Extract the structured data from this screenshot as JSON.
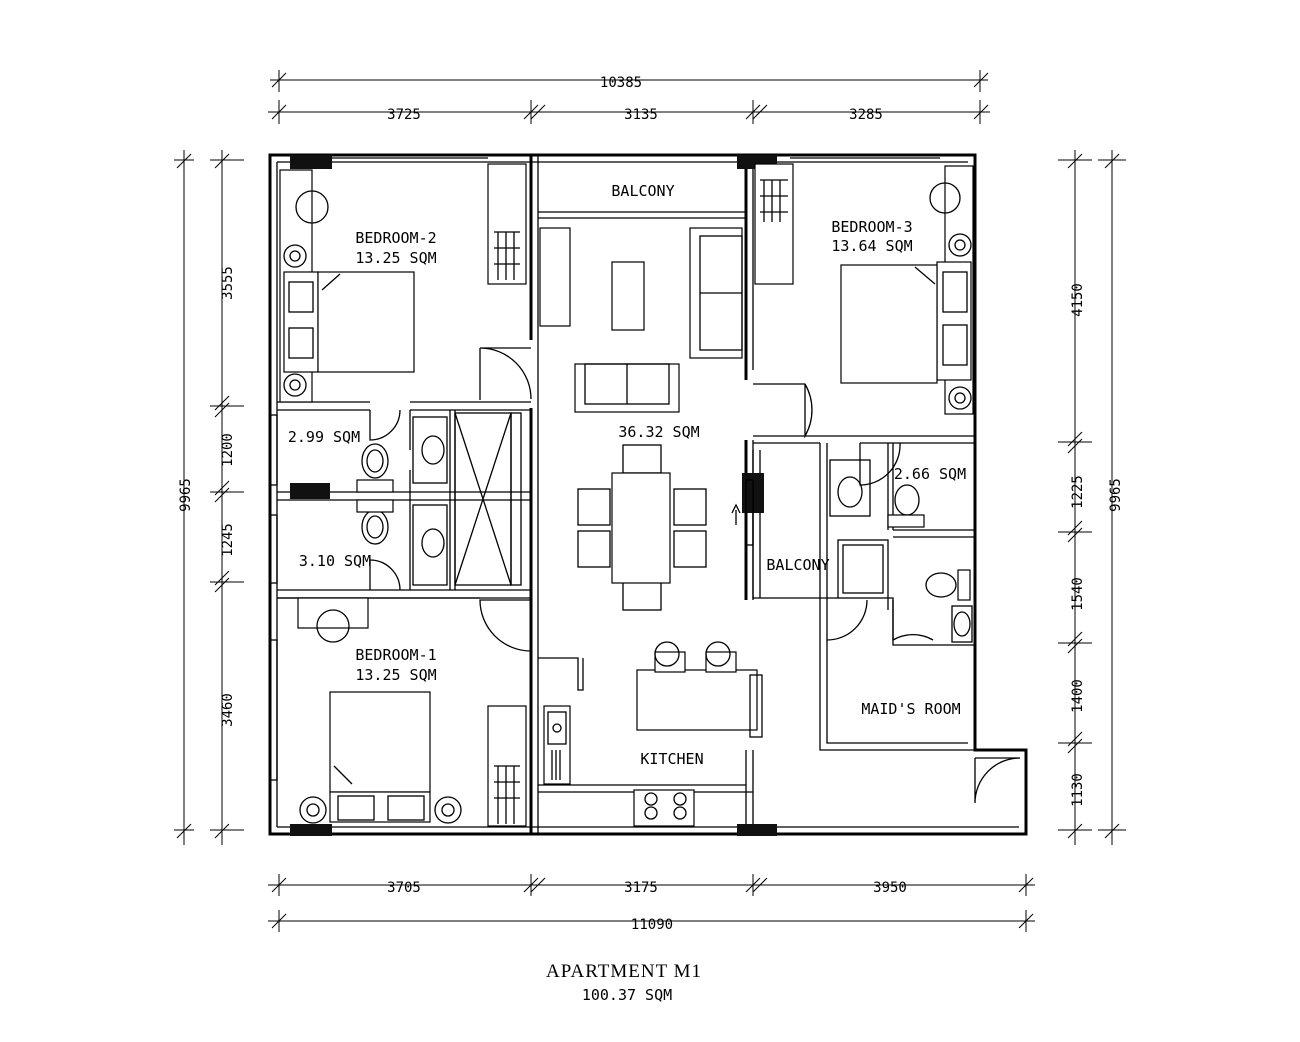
{
  "title": "APARTMENT M1",
  "total_area": "100.37 SQM",
  "rooms": {
    "bedroom2": {
      "name": "BEDROOM-2",
      "area": "13.25 SQM"
    },
    "bedroom3": {
      "name": "BEDROOM-3",
      "area": "13.64 SQM"
    },
    "bedroom1": {
      "name": "BEDROOM-1",
      "area": "13.25 SQM"
    },
    "balcony_top": {
      "name": "BALCONY"
    },
    "balcony_mid": {
      "name": "BALCONY"
    },
    "living": {
      "area": "36.32 SQM"
    },
    "bath_a": {
      "area": "2.99 SQM"
    },
    "bath_b": {
      "area": "3.10 SQM"
    },
    "bath_c": {
      "area": "2.66 SQM"
    },
    "kitchen": {
      "name": "KITCHEN"
    },
    "maids_room": {
      "name": "MAID'S ROOM"
    }
  },
  "dimensions": {
    "top_total": "10385",
    "top_1": "3725",
    "top_2": "3135",
    "top_3": "3285",
    "bottom_1": "3705",
    "bottom_2": "3175",
    "bottom_3": "3950",
    "bottom_total": "11090",
    "left_total": "9965",
    "left_1": "3555",
    "left_2": "1200",
    "left_3": "1245",
    "left_4": "3460",
    "right_total": "9965",
    "right_1": "4150",
    "right_2": "1225",
    "right_3": "1540",
    "right_4": "1400",
    "right_5": "1130"
  }
}
